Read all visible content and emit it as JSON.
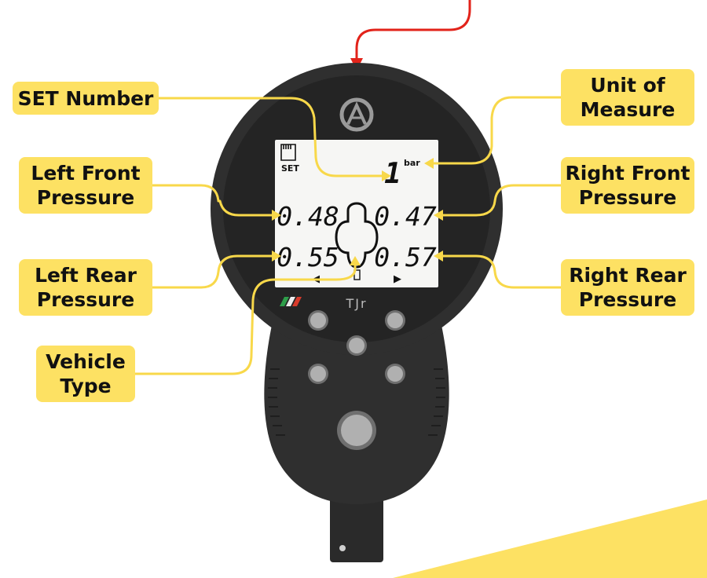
{
  "labels": {
    "set_number": "SET Number",
    "unit_of_measure": [
      "Unit of",
      "Measure"
    ],
    "left_front": [
      "Left Front",
      "Pressure"
    ],
    "right_front": [
      "Right Front",
      "Pressure"
    ],
    "left_rear": [
      "Left Rear",
      "Pressure"
    ],
    "right_rear": [
      "Right Rear",
      "Pressure"
    ],
    "vehicle_type": [
      "Vehicle",
      "Type"
    ]
  },
  "display": {
    "set_caption": "SET",
    "set_number": "1",
    "unit": "bar",
    "left_front": "0.48",
    "right_front": "0.47",
    "left_rear": "0.55",
    "right_rear": "0.57",
    "left_arrow": "◀",
    "right_arrow": "▶"
  },
  "device": {
    "logo": "Ä",
    "model": "TJr"
  },
  "colors": {
    "callout": "#fde163",
    "leader": "#f8d84a",
    "pointer": "#e2231a",
    "body": "#2f2f2f",
    "bezel": "#232323",
    "lcd": "#f6f6f4",
    "button": "#b0b0b0",
    "corner": "#fde163"
  }
}
